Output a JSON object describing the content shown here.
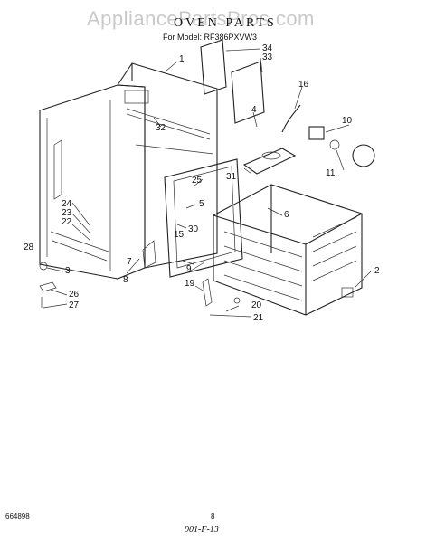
{
  "watermark": "AppliancePartsPros.com",
  "header": {
    "title": "OVEN PARTS",
    "model_line": "For Model: RF386PXVW3"
  },
  "footer": {
    "page_number": "8",
    "diagram_code": "664898",
    "handwritten_note": "901-F-13"
  },
  "callouts": [
    "1",
    "2",
    "3",
    "4",
    "5",
    "6",
    "7",
    "8",
    "9",
    "10",
    "11",
    "15",
    "16",
    "19",
    "20",
    "21",
    "22",
    "23",
    "24",
    "25",
    "26",
    "27",
    "28",
    "30",
    "31",
    "32",
    "33",
    "34"
  ]
}
